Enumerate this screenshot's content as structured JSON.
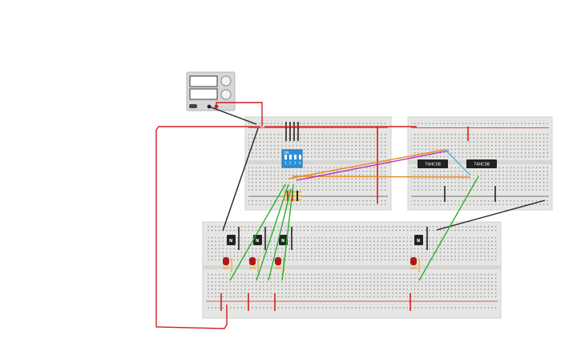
{
  "power_supply": {
    "display_top": "",
    "display_bottom": "",
    "terminal_colors": {
      "negative": "#222222",
      "positive": "#d11f1f"
    }
  },
  "dip_switch": {
    "label": "ON",
    "positions": [
      "1",
      "2",
      "3",
      "4"
    ],
    "color": "#2f8fd6"
  },
  "chips": [
    {
      "label": "74HC08"
    },
    {
      "label": "74HC08"
    }
  ],
  "transistors": [
    {
      "label": "N"
    },
    {
      "label": "N"
    },
    {
      "label": "N"
    },
    {
      "label": "N"
    }
  ],
  "colors": {
    "breadboard": "#e6e6e4",
    "rail_red": "#d11f1f",
    "rail_blue": "#4a4a4a",
    "wire_red": "#d11f1f",
    "wire_green": "#2db02d",
    "wire_orange": "#e88a1a",
    "wire_magenta": "#c02fc0",
    "wire_cyan": "#4ab8d6",
    "wire_black": "#222222",
    "chip": "#222222",
    "led": "#b01818"
  }
}
